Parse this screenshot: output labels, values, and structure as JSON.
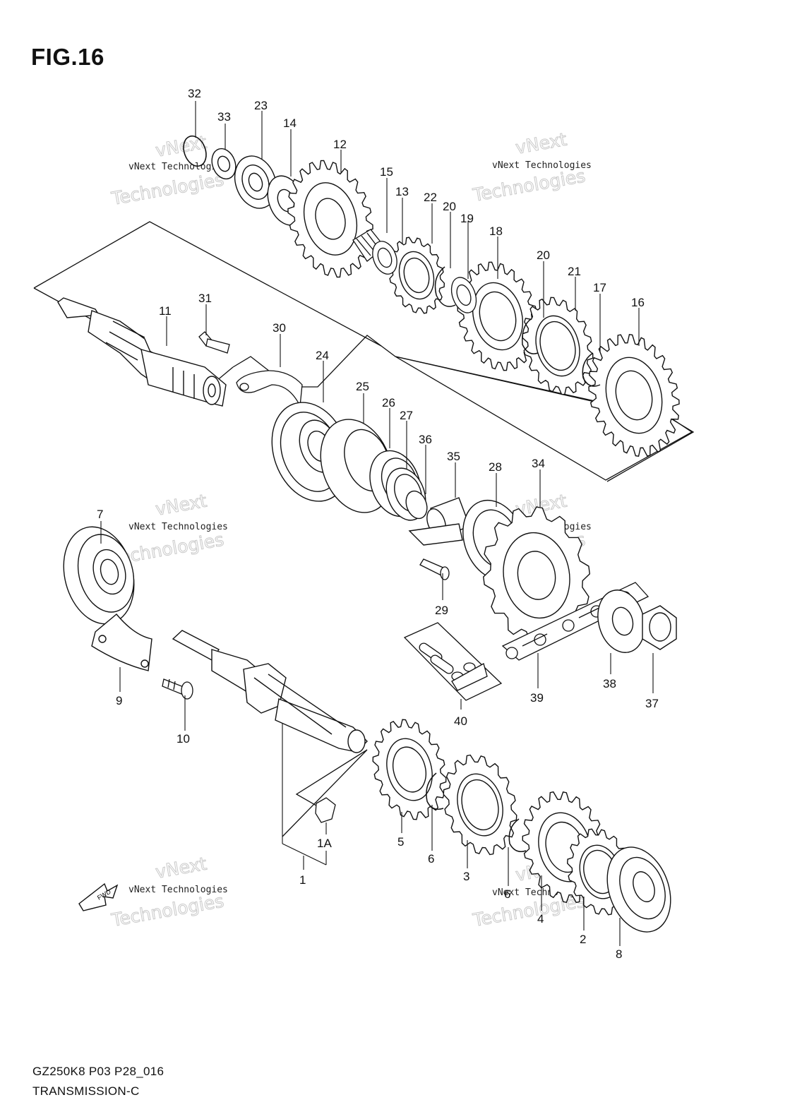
{
  "figure": {
    "title": "FIG.16",
    "model_code": "GZ250K8 P03 P28_016",
    "section_name": "TRANSMISSION-C"
  },
  "watermark": {
    "line1": "vNext Technologies",
    "line2": "vNext",
    "line3": "Technologies"
  },
  "direction_badge": "FWD",
  "callouts": [
    "32",
    "33",
    "23",
    "14",
    "12",
    "15",
    "13",
    "22",
    "20",
    "19",
    "18",
    "20",
    "21",
    "17",
    "16",
    "11",
    "31",
    "30",
    "24",
    "25",
    "26",
    "27",
    "36",
    "35",
    "28",
    "34",
    "29",
    "7",
    "9",
    "10",
    "40",
    "39",
    "38",
    "37",
    "1A",
    "1",
    "5",
    "6",
    "3",
    "6",
    "4",
    "2",
    "8"
  ]
}
